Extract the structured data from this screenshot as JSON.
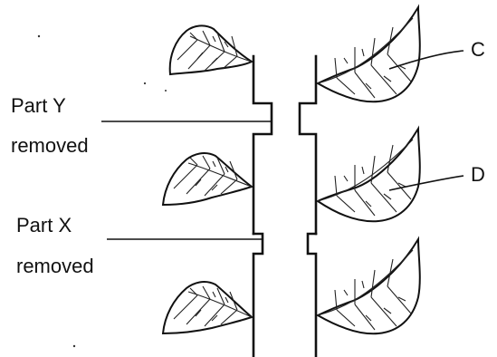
{
  "labels": {
    "part_y": "Part Y",
    "part_y_status": "removed",
    "part_x": "Part X",
    "part_x_status": "removed",
    "leaf_c": "C",
    "leaf_d": "D"
  },
  "colors": {
    "ink": "#111111",
    "background": "#ffffff"
  }
}
